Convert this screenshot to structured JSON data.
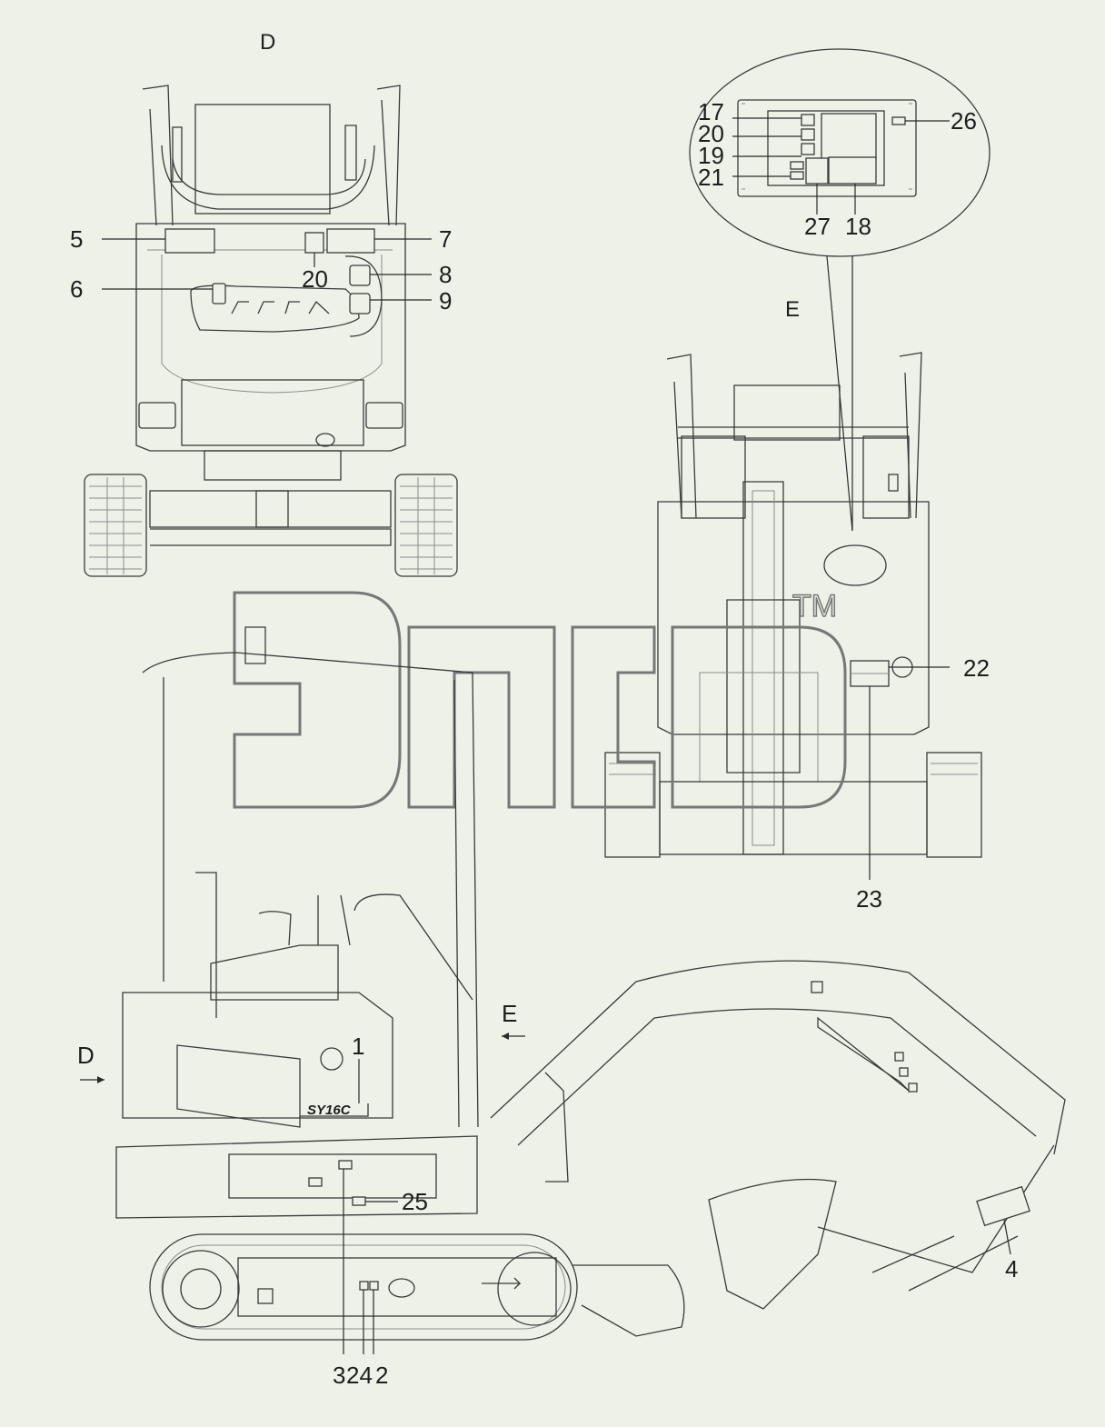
{
  "views": {
    "front": "D",
    "rear": "E"
  },
  "side_view_arrows": {
    "d": "D",
    "e": "E"
  },
  "model_badge": "SY16C",
  "watermark": {
    "text": "TM"
  },
  "callouts_front": {
    "c5": "5",
    "c7": "7",
    "c20": "20",
    "c8": "8",
    "c6": "6",
    "c9": "9"
  },
  "callouts_detail": {
    "c17": "17",
    "c20": "20",
    "c19": "19",
    "c21": "21",
    "c26": "26",
    "c27": "27",
    "c18": "18"
  },
  "callouts_rear": {
    "c22": "22",
    "c23": "23"
  },
  "callouts_side": {
    "c1": "1",
    "c25": "25",
    "c4": "4",
    "c3": "3",
    "c24": "24",
    "c2": "2"
  }
}
